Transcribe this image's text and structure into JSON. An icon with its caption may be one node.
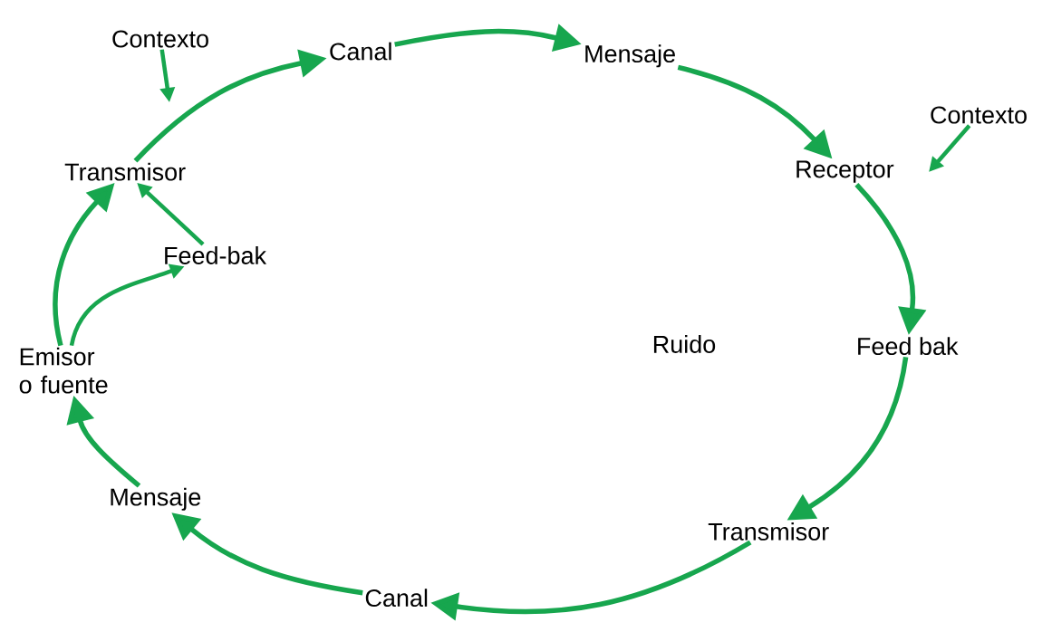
{
  "diagram": {
    "nodes": [
      {
        "text": [
          "Contexto"
        ]
      },
      {
        "text": [
          "Canal"
        ]
      },
      {
        "text": [
          "Mensaje"
        ]
      },
      {
        "text": [
          "Contexto"
        ]
      },
      {
        "text": [
          "Transmisor"
        ]
      },
      {
        "text": [
          "Receptor"
        ]
      },
      {
        "text": [
          "Feed-bak"
        ]
      },
      {
        "text": [
          "Feed bak"
        ]
      },
      {
        "text": [
          "Ruido"
        ]
      },
      {
        "text": [
          "Emisor o fuente"
        ]
      },
      {
        "text": [
          "Mensaje"
        ]
      },
      {
        "text": [
          "Transmisor"
        ]
      },
      {
        "text": [
          "Canal"
        ]
      }
    ],
    "edges": [
      {
        "from": 9,
        "to": 4,
        "arrow": "to"
      },
      {
        "from": 4,
        "to": 1,
        "arrow": "to"
      },
      {
        "from": 1,
        "to": 2,
        "arrow": "to"
      },
      {
        "from": 2,
        "to": 5,
        "arrow": "to"
      },
      {
        "from": 5,
        "to": 7,
        "arrow": "to"
      },
      {
        "from": 7,
        "to": 11,
        "arrow": "to"
      },
      {
        "from": 11,
        "to": 12,
        "arrow": "to"
      },
      {
        "from": 12,
        "to": 10,
        "arrow": "to"
      },
      {
        "from": 10,
        "to": 9,
        "arrow": "to"
      },
      {
        "from": 0,
        "to": null,
        "arrow": "to"
      },
      {
        "from": 3,
        "to": null,
        "arrow": "to"
      },
      {
        "from": 6,
        "to": 4,
        "arrow": "to"
      },
      {
        "from": 9,
        "to": 6,
        "arrow": "to"
      }
    ]
  }
}
